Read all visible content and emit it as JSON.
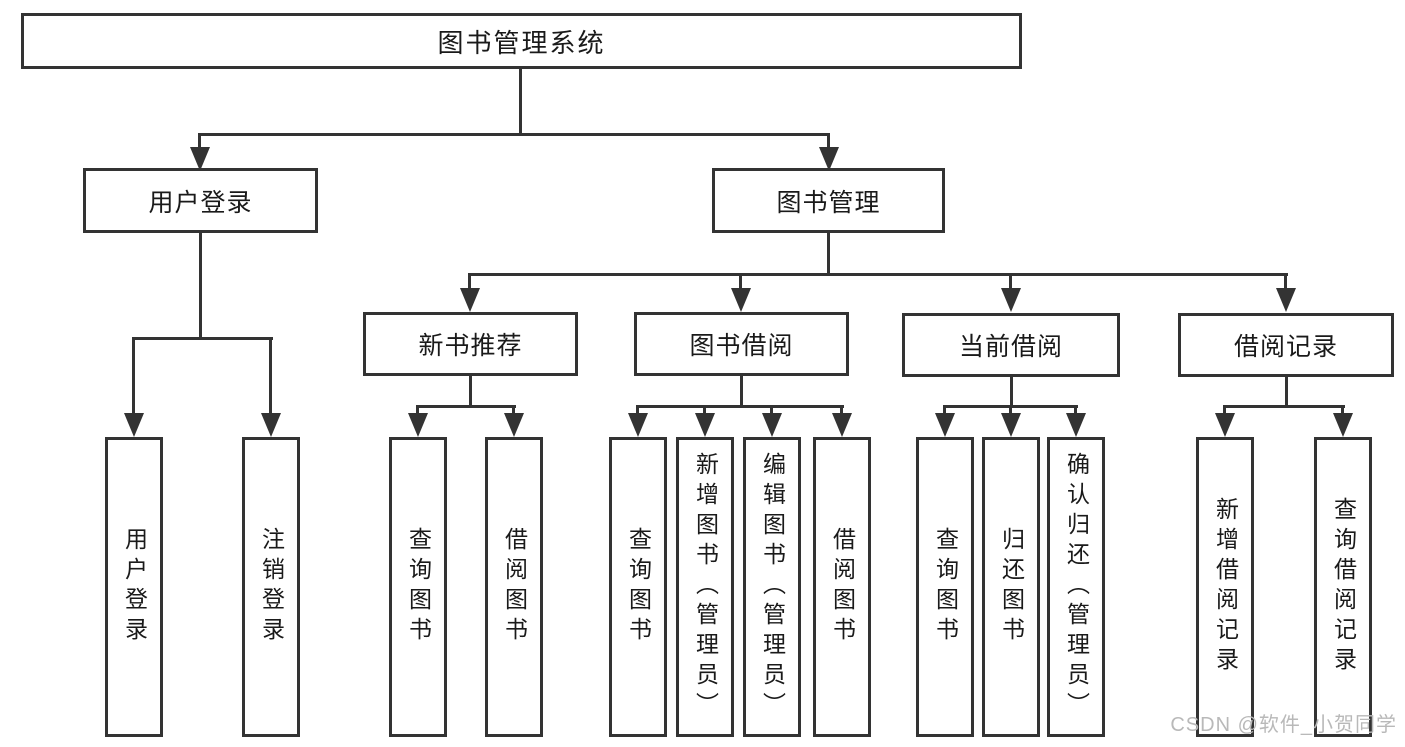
{
  "diagram": {
    "root": {
      "label": "图书管理系统"
    },
    "branches": {
      "user_login": {
        "label": "用户登录",
        "children": [
          "用户登录",
          "注销登录"
        ]
      },
      "book_management": {
        "label": "图书管理",
        "sections": {
          "new_book_recommend": {
            "label": "新书推荐",
            "children": [
              "查询图书",
              "借阅图书"
            ]
          },
          "book_borrowing": {
            "label": "图书借阅",
            "children": [
              "查询图书",
              "新增图书（管理员）",
              "编辑图书（管理员）",
              "借阅图书"
            ]
          },
          "current_borrowing": {
            "label": "当前借阅",
            "children": [
              "查询图书",
              "归还图书",
              "确认归还（管理员）"
            ]
          },
          "borrowing_records": {
            "label": "借阅记录",
            "children": [
              "新增借阅记录",
              "查询借阅记录"
            ]
          }
        }
      }
    }
  },
  "watermark": "CSDN @软件_小贺同学",
  "colors": {
    "line": "#333333",
    "text": "#1a1a1a",
    "box_fill": "#ffffff",
    "background": "#ffffff",
    "watermark": "#b9b9b9"
  }
}
